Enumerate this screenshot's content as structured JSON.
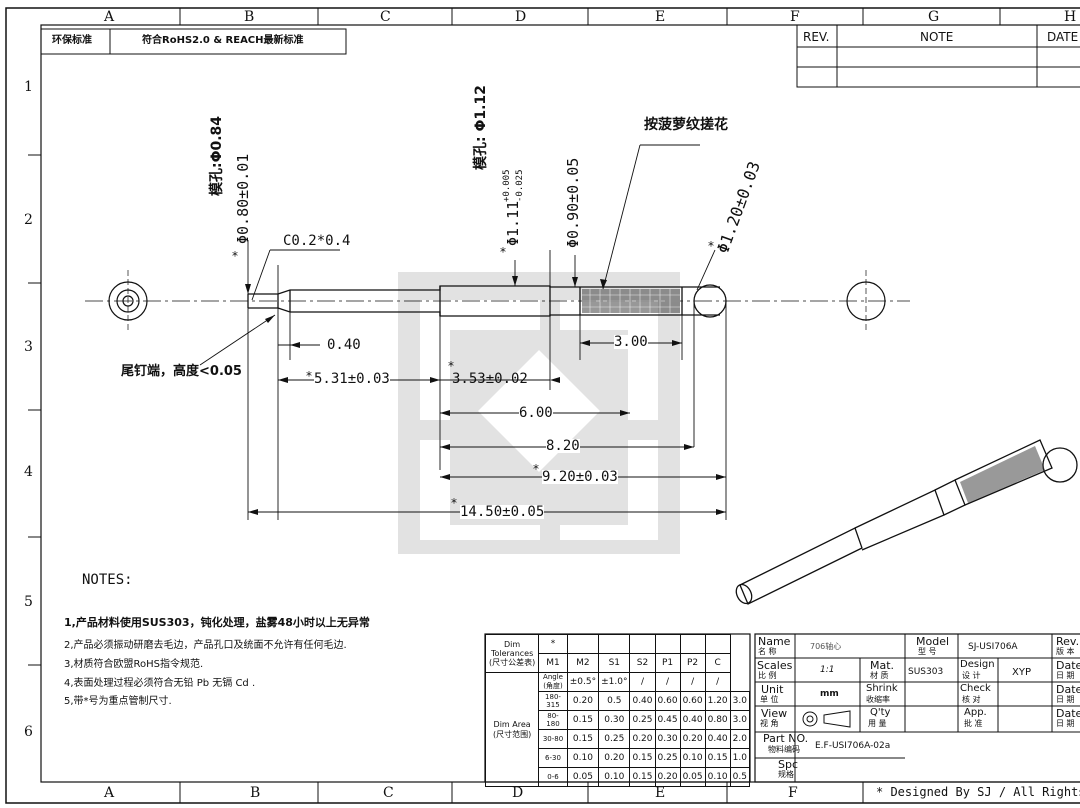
{
  "border": {
    "cols_top": [
      "A",
      "B",
      "C",
      "D",
      "E",
      "F",
      "G",
      "H"
    ],
    "cols_bottom": [
      "A",
      "B",
      "C",
      "D",
      "E",
      "F"
    ],
    "rows": [
      "1",
      "2",
      "3",
      "4",
      "5",
      "6"
    ]
  },
  "header": {
    "env_label": "环保标准",
    "env_value": "符合RoHS2.0 & REACH最新标准"
  },
  "revision_table": {
    "rev": "REV.",
    "note": "NOTE",
    "date": "DATE"
  },
  "callouts": {
    "mold_hole_1": "模孔:Φ0.84",
    "mold_hole_2": "模孔: Φ1.12",
    "knurl": "按菠萝纹搓花",
    "tail_end": "尾钉端，高度<0.05"
  },
  "dimensions": {
    "d_080": "Φ0.80±0.01",
    "chamfer": "C0.2*0.4",
    "d_111": "Φ1.11",
    "d_111_tol_up": "+0.005",
    "d_111_tol_dn": "-0.025",
    "d_090": "Φ0.90±0.05",
    "d_120": "Φ1.20±0.03",
    "len_040": "0.40",
    "len_300": "3.00",
    "len_531": "5.31±0.03",
    "len_353": "3.53±0.02",
    "len_600": "6.00",
    "len_820": "8.20",
    "len_920": "9.20±0.03",
    "len_1450": "14.50±0.05",
    "star": "*"
  },
  "notes": {
    "title": "NOTES:",
    "items": [
      "1,产品材料使用SUS303，钝化处理，盐雾48小时以上无异常",
      "2,产品必须振动研磨去毛边，产品孔口及统面不允许有任何毛边.",
      "3,材质符合欧盟RoHS指令规范.",
      "4,表面处理过程必须符合无铅  Pb  无镉  Cd  .",
      "5,带*号为重点管制尺寸."
    ]
  },
  "tolerance_table": {
    "title_1": "Dim Tolerances",
    "title_2": "(尺寸公差表)",
    "star": "*",
    "headers": [
      "M1",
      "M2",
      "S1",
      "S2",
      "P1",
      "P2",
      "C"
    ],
    "angle_label": "Angle (角度)",
    "angle_values": [
      "±0.5°",
      "±1.0°",
      "/",
      "/",
      "/",
      "/",
      "/"
    ],
    "area_label": "Dim Area (尺寸范围)",
    "rows": [
      {
        "range": "180-315",
        "values": [
          "0.20",
          "0.5",
          "0.40",
          "0.60",
          "0.60",
          "1.20",
          "3.0"
        ]
      },
      {
        "range": "80-180",
        "values": [
          "0.15",
          "0.30",
          "0.25",
          "0.45",
          "0.40",
          "0.80",
          "3.0"
        ]
      },
      {
        "range": "30-80",
        "values": [
          "0.15",
          "0.25",
          "0.20",
          "0.30",
          "0.20",
          "0.40",
          "2.0"
        ]
      },
      {
        "range": "6-30",
        "values": [
          "0.10",
          "0.20",
          "0.15",
          "0.25",
          "0.10",
          "0.15",
          "1.0"
        ]
      },
      {
        "range": "0-6",
        "values": [
          "0.05",
          "0.10",
          "0.15",
          "0.20",
          "0.05",
          "0.10",
          "0.5"
        ]
      }
    ]
  },
  "title_block": {
    "name_label": "Name",
    "name_cn": "名 称",
    "name_value": "706轴心",
    "model_label": "Model",
    "model_cn": "型 号",
    "model_value": "SJ-USI706A",
    "rev_label": "Rev.",
    "rev_cn": "版 本",
    "scales_label": "Scales",
    "scales_cn": "比 例",
    "scales_value": "1:1",
    "mat_label": "Mat.",
    "mat_cn": "材 质",
    "mat_value": "SUS303",
    "design_label": "Design",
    "design_cn": "设 计",
    "design_value": "XYP",
    "date_label": "Date",
    "date_cn": "日 期",
    "unit_label": "Unit",
    "unit_cn": "单 位",
    "unit_value": "mm",
    "shrink_label": "Shrink",
    "shrink_cn": "收缩率",
    "check_label": "Check",
    "check_cn": "核 对",
    "view_label": "View",
    "view_cn": "视 角",
    "qty_label": "Q'ty",
    "qty_cn": "用 量",
    "app_label": "App.",
    "app_cn": "批 准",
    "partno_label": "Part NO.",
    "partno_cn": "物料编码",
    "partno_value": "E.F-USI706A-02a",
    "spec_label": "Spc",
    "spec_cn": "规格"
  },
  "footer": "* Designed By SJ / All Rights Rese"
}
